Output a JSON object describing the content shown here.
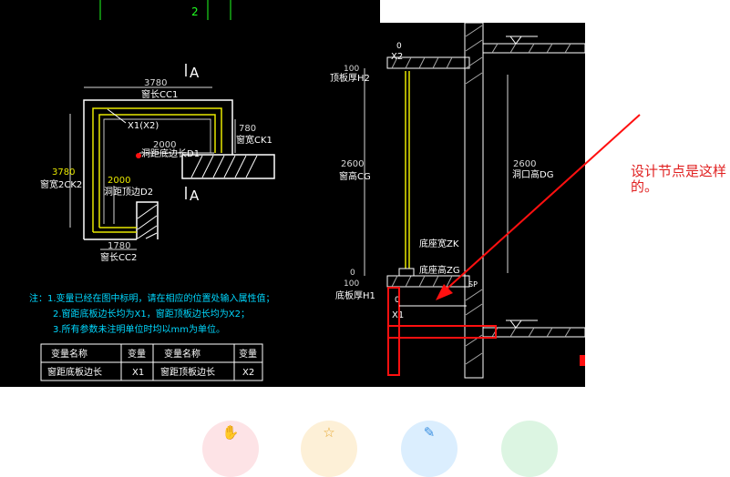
{
  "colors": {
    "cad_background": "#000000",
    "wall_line": "#ffffff",
    "window_frame": "#e8e800",
    "dimension": "#d8d8d8",
    "note_text": "#00d8ff",
    "highlight": "#ff1010",
    "annotation": "#e02020",
    "label_green": "#20ff20"
  },
  "plan_view": {
    "top_label": "2",
    "section_mark_top": "A",
    "section_mark_bottom": "A",
    "dim_top_value": "3780",
    "dim_top_label": "窗长CC1",
    "x1x2_label": "X1(X2)",
    "dim_right_value": "780",
    "dim_right_label": "窗宽CK1",
    "d1_value": "2000",
    "d1_label": "洞距底边长D1",
    "dim_left_value": "3780",
    "dim_left_label": "窗宽2CK2",
    "d2_value": "2000",
    "d2_label": "洞距顶边D2",
    "dim_bottom_value": "1780",
    "dim_bottom_label": "窗长CC2"
  },
  "notes": {
    "line1": "注：1.变量已经在图中标明，请在相应的位置处输入属性值；",
    "line2": "2.窗距底板边长均为X1，窗距顶板边长均为X2；",
    "line3": "3.所有参数未注明单位时均以mm为单位。"
  },
  "variable_table": {
    "headers": [
      "变量名称",
      "变量",
      "变量名称",
      "变量"
    ],
    "rows": [
      [
        "窗距底板边长",
        "X1",
        "窗距顶板边长",
        "X2"
      ]
    ]
  },
  "section_view": {
    "x2_value": "0",
    "x2_label": "X2",
    "top_thickness_value": "100",
    "top_thickness_label": "顶板厚H2",
    "window_height_value": "2600",
    "window_height_label": "窗高CG",
    "opening_height_value": "2600",
    "opening_height_label": "洞口高DG",
    "sill_width_label": "底座宽ZK",
    "sill_height_label": "底座高ZG",
    "bottom_zero": "0",
    "bottom_thickness_value": "100",
    "bottom_thickness_label": "底板厚H1",
    "x1_value": "0",
    "x1_label": "X1",
    "bottom_tag": "SP"
  },
  "annotation": {
    "text": "设计节点是这样的。"
  },
  "toolbar": {
    "buttons": [
      {
        "icon": "ok-hand-icon",
        "glyph": "✋",
        "color": "#fde3e6",
        "glyph_color": "#f06a7a"
      },
      {
        "icon": "star-icon",
        "glyph": "☆",
        "color": "#fdf0d7",
        "glyph_color": "#e8a830"
      },
      {
        "icon": "feather-icon",
        "glyph": "✎",
        "color": "#dbeefe",
        "glyph_color": "#3a8fe0"
      },
      {
        "icon": "share-icon",
        "glyph": "",
        "color": "#dcf5e2",
        "glyph_color": "#3ab860"
      }
    ]
  }
}
